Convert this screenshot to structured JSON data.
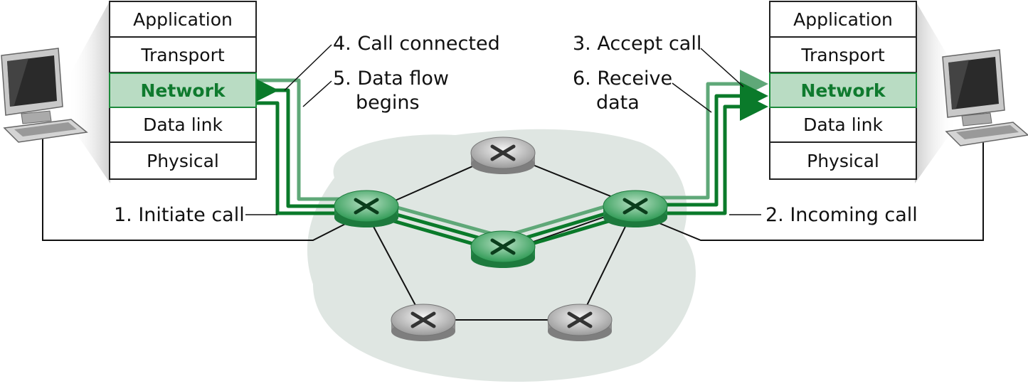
{
  "host_left": {
    "layers": [
      "Application",
      "Transport",
      "Network",
      "Data link",
      "Physical"
    ]
  },
  "host_right": {
    "layers": [
      "Application",
      "Transport",
      "Network",
      "Data link",
      "Physical"
    ]
  },
  "labels": {
    "initiate_call": "1. Initiate call",
    "incoming_call": "2. Incoming call",
    "accept_call": "3. Accept call",
    "call_connected": "4. Call connected",
    "data_flow_line1": "5. Data flow",
    "data_flow_line2": "begins",
    "receive_data_line1": "6. Receive",
    "receive_data_line2": "data"
  },
  "colors": {
    "path_dark": "#0a7a2a",
    "path_light": "#5fa878",
    "network_highlight": "#b9dcc3",
    "cloud": "#dfe6e2"
  }
}
